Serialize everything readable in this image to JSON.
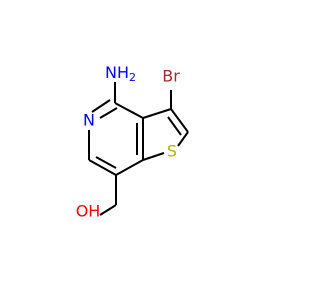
{
  "molecule": {
    "atom_labels": {
      "amine": "NH",
      "amine_h_count": "2",
      "bromine": "Br",
      "ring_nitrogen": "N",
      "sulfur": "S",
      "hydroxyl": "OH"
    },
    "colors": {
      "nitrogen": "#0000ff",
      "bromine": "#a52a2a",
      "sulfur": "#b2b200",
      "oxygen": "#ff0000",
      "carbon_bond": "#000000",
      "background": "#ffffff"
    }
  }
}
